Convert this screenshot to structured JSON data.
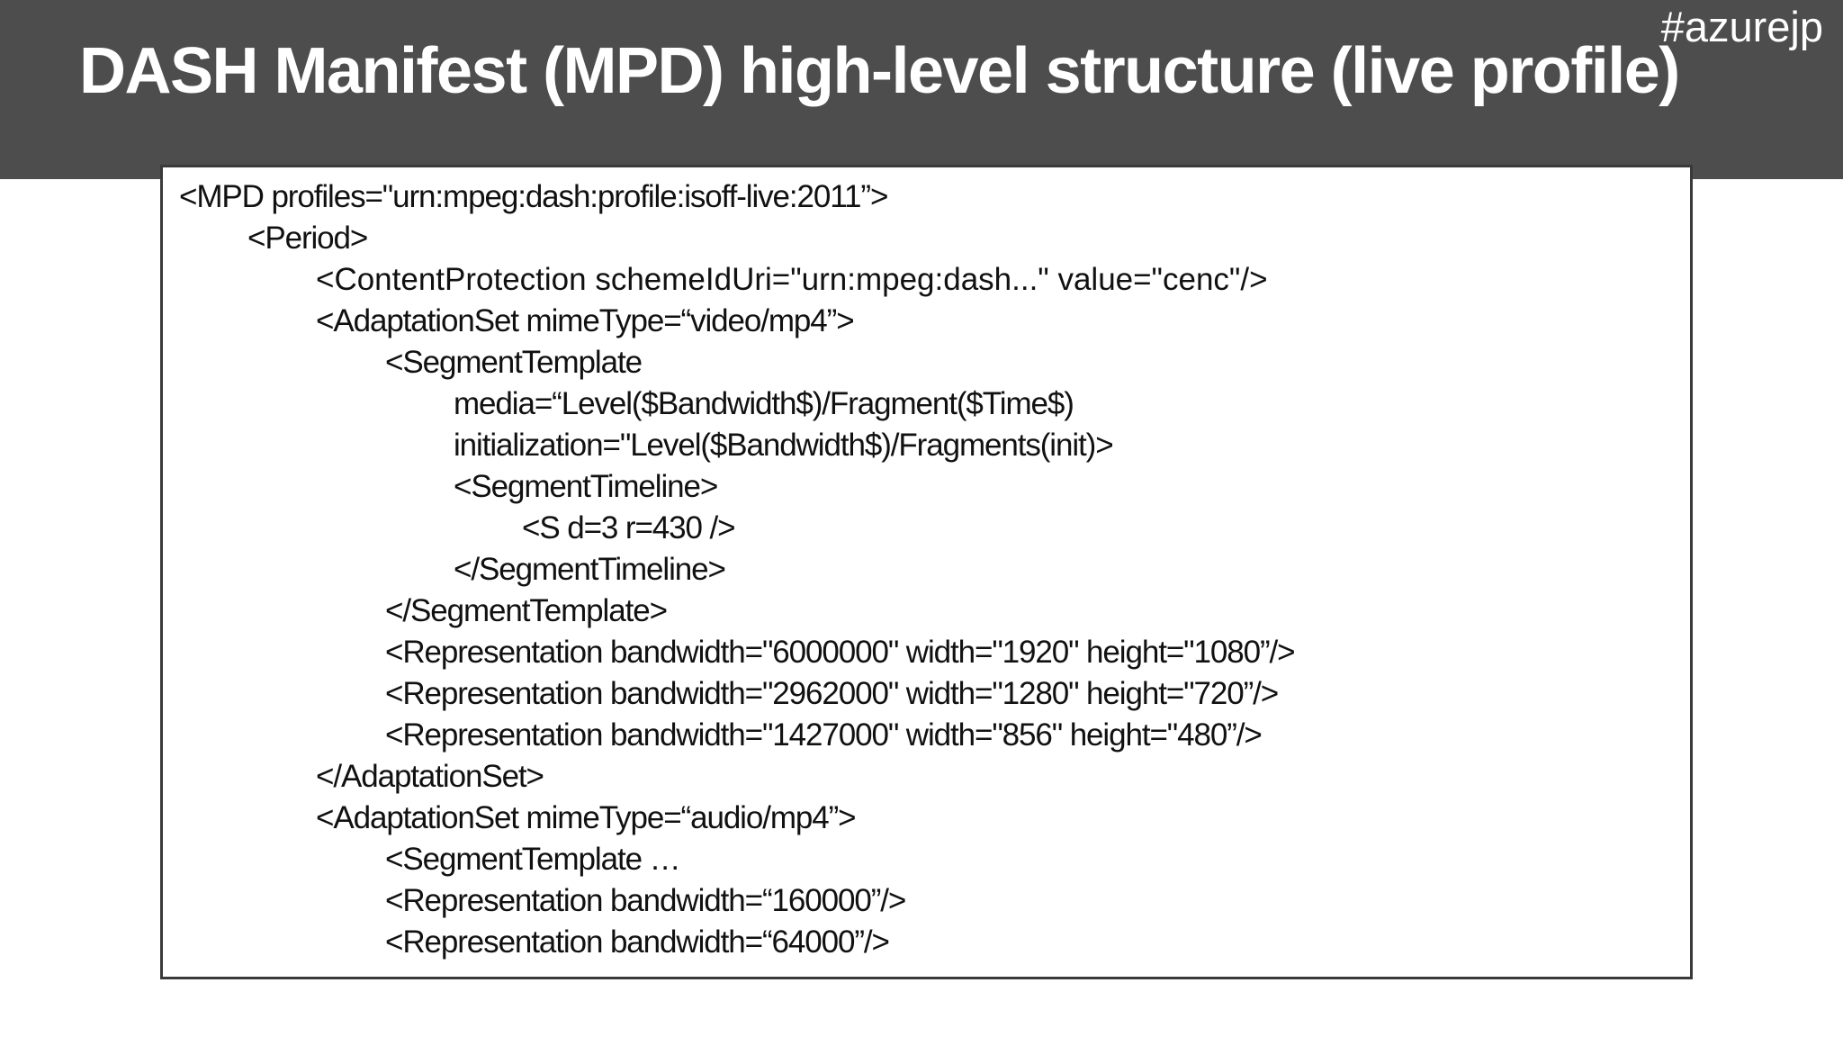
{
  "slide": {
    "title": "DASH Manifest (MPD) high-level structure (live profile)",
    "hashtag": "#azurejp",
    "header_color": "#4d4d4d"
  },
  "code": {
    "lines": [
      {
        "indent": 0,
        "text": "<MPD profiles=\"urn:mpeg:dash:profile:isoff-live:2011”>"
      },
      {
        "indent": 1,
        "text": "<Period>"
      },
      {
        "indent": 2,
        "text": "<ContentProtection schemeIdUri=\"urn:mpeg:dash...\" value=\"cenc\"/>"
      },
      {
        "indent": 2,
        "text": "<AdaptationSet mimeType=“video/mp4”>"
      },
      {
        "indent": 3,
        "text": "<SegmentTemplate"
      },
      {
        "indent": 4,
        "text": "media=“Level($Bandwidth$)/Fragment($Time$)"
      },
      {
        "indent": 4,
        "text": "initialization=\"Level($Bandwidth$)/Fragments(init)>"
      },
      {
        "indent": 4,
        "text": "<SegmentTimeline>"
      },
      {
        "indent": 5,
        "text": "<S d=3 r=430 />"
      },
      {
        "indent": 4,
        "text": "</SegmentTimeline>"
      },
      {
        "indent": 3,
        "text": "</SegmentTemplate>"
      },
      {
        "indent": 3,
        "text": "<Representation bandwidth=\"6000000\" width=\"1920\" height=\"1080”/>"
      },
      {
        "indent": 3,
        "text": "<Representation bandwidth=\"2962000\" width=\"1280\" height=\"720”/>"
      },
      {
        "indent": 3,
        "text": "<Representation bandwidth=\"1427000\" width=\"856\" height=\"480”/>"
      },
      {
        "indent": 2,
        "text": "</AdaptationSet>"
      },
      {
        "indent": 2,
        "text": "<AdaptationSet mimeType=“audio/mp4”>"
      },
      {
        "indent": 3,
        "text": "<SegmentTemplate …"
      },
      {
        "indent": 3,
        "text": "<Representation bandwidth=“160000”/>"
      },
      {
        "indent": 3,
        "text": "<Representation bandwidth=“64000”/>"
      }
    ]
  }
}
